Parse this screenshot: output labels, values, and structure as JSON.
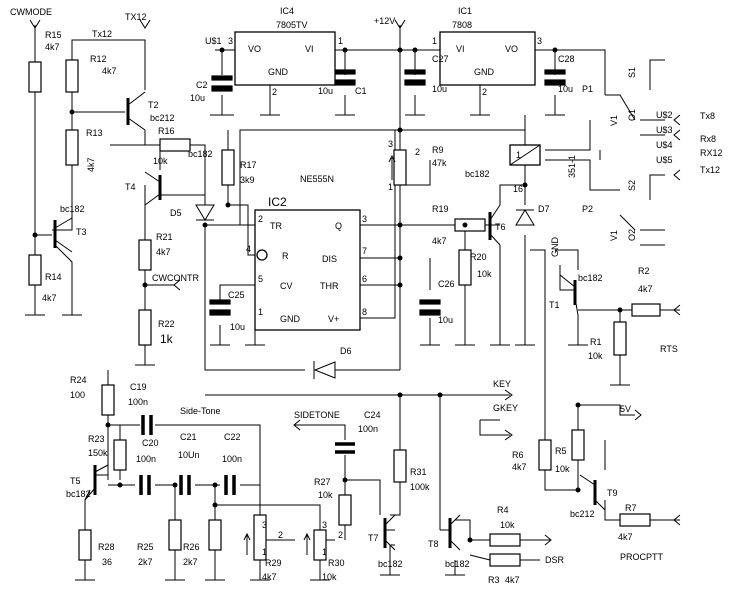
{
  "labels": {
    "cwmode": "CWMODE",
    "tx12_top": "TX12",
    "tx12_line": "Tx12",
    "r15": "R15",
    "r15v": "4k7",
    "r12": "R12",
    "r12v": "4k7",
    "t2": "T2",
    "t2type": "bc212",
    "r13": "R13",
    "r13v": "4k7",
    "r16": "R16",
    "r16v": "10k",
    "r16t": "bc182",
    "t4": "T4",
    "t3": "T3",
    "t3type": "bc182",
    "r14": "R14",
    "r14v": "4k7",
    "d5": "D5",
    "r21": "R21",
    "r21v": "4k7",
    "cwcontr": "CWCONTR",
    "r22": "R22",
    "r22v": "1k",
    "ic4": "IC4",
    "ic4type": "7805TV",
    "ic4vo": "VO",
    "ic4vi": "VI",
    "ic4gnd": "GND",
    "ic1": "IC1",
    "ic1type": "7808",
    "ic1vi": "VI",
    "ic1vo": "VO",
    "ic1gnd": "GND",
    "plus12v": "+12V",
    "c2": "C2",
    "c2v": "10u",
    "c1": "C1",
    "c1v": "10u",
    "c27": "C27",
    "c27v": "10u",
    "c28": "C28",
    "c28v": "10u",
    "u91": "U$1",
    "r17": "R17",
    "r17v": "3k9",
    "ic2": "IC2",
    "ic2type": "NE555N",
    "p_tr": "TR",
    "p_q": "Q",
    "p_r": "R",
    "p_dis": "DIS",
    "p_cv": "CV",
    "p_thr": "THR",
    "p_gnd": "GND",
    "p_vplus": "V+",
    "c25": "C25",
    "c25v": "10u",
    "c26": "C26",
    "c26v": "10u",
    "d6": "D6",
    "r9": "R9",
    "r9v": "47k",
    "r19": "R19",
    "r19v": "4k7",
    "t6": "T6",
    "r20": "R20",
    "r20v": "10k",
    "d7": "D7",
    "relay_t": "bc182",
    "relay": "351-1",
    "gnd_lbl": "GND",
    "t1": "T1",
    "t1type": "bc182",
    "r2": "R2",
    "r2v": "4k7",
    "r1": "R1",
    "r1v": "10k",
    "rts": "RTS",
    "p1": "P1",
    "p2": "P2",
    "s1": "S1",
    "s2": "S2",
    "o1": "O1",
    "o2": "O2",
    "v1": "V1",
    "u2": "U$2",
    "u3": "U$3",
    "u4": "U$4",
    "u5": "U$5",
    "tx8": "Tx8",
    "rx8": "Rx8",
    "rx12": "RX12",
    "tx12_r": "Tx12",
    "key": "KEY",
    "gkey": "GKEY",
    "r24": "R24",
    "r24v": "100",
    "c19": "C19",
    "c19v": "100n",
    "sidetone_lbl": "Side-Tone",
    "r23": "R23",
    "r23v": "150k",
    "c20": "C20",
    "c20v": "100n",
    "c21": "C21",
    "c21v": "10Un",
    "c22": "C22",
    "c22v": "100n",
    "t5": "T5",
    "t5type": "bc182",
    "r28": "R28",
    "r28v": "36",
    "r25": "R25",
    "r25v": "2k7",
    "r26": "R26",
    "r26v": "2k7",
    "sidetone": "SIDETONE",
    "c24": "C24",
    "c24v": "100n",
    "r27": "R27",
    "r27v": "10k",
    "r29": "R29",
    "r29v": "4k7",
    "r30": "R30",
    "r30v": "10k",
    "r31": "R31",
    "r31v": "100k",
    "t7": "T7",
    "t7type": "bc182",
    "t8": "T8",
    "t8type": "bc182",
    "r4": "R4",
    "r4v": "10k",
    "r3": "R3",
    "r3v": "4k7",
    "dsr": "DSR",
    "v5": "5V",
    "r6": "R6",
    "r6v": "4k7",
    "r5": "R5",
    "r5v": "10k",
    "t9": "T9",
    "t9type": "bc212",
    "r7": "R7",
    "r7v": "4k7",
    "procptt": "PROCPTT",
    "pin1": "1",
    "pin2": "2",
    "pin3": "3",
    "pin4": "4",
    "pin5": "5",
    "pin6": "6",
    "pin7": "7",
    "pin8": "8",
    "pin16": "16"
  }
}
